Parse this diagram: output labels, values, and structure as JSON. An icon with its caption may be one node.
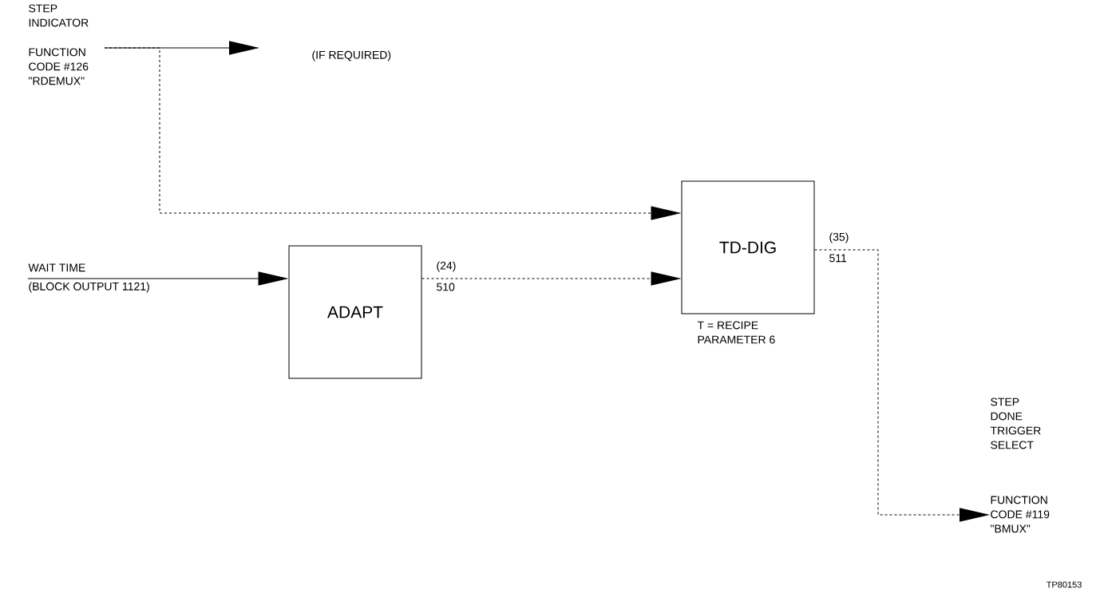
{
  "diagram": {
    "nodes": [
      {
        "text": [
          "STEP INDICATOR",
          "FUNCTION CODE #126 \"RDEMUX\""
        ]
      },
      {
        "text": [
          "ADAPT"
        ],
        "beside": [
          "(24)",
          "510"
        ]
      },
      {
        "text": [
          "TD-DIG"
        ],
        "beside": [
          "(35)",
          "511",
          "T = RECIPE PARAMETER 6"
        ]
      },
      {
        "text": [
          "STEP DONE TRIGGER SELECT",
          "FUNCTION CODE #119 \"BMUX\""
        ]
      },
      {
        "text": [
          "WAIT TIME",
          "(BLOCK OUTPUT 1121)"
        ]
      }
    ],
    "edges": [
      {
        "from": 0,
        "to": null,
        "arrow": "to"
      },
      {
        "from": 0,
        "to": 2,
        "arrow": "to",
        "style": "dashed"
      },
      {
        "from": 4,
        "to": 1,
        "arrow": "to"
      },
      {
        "from": 1,
        "to": 2,
        "arrow": "to",
        "style": "dashed"
      },
      {
        "from": 2,
        "to": 3,
        "arrow": "to",
        "style": "dashed"
      }
    ],
    "labels": [
      "(IF REQUIRED)",
      "TP80153"
    ]
  }
}
